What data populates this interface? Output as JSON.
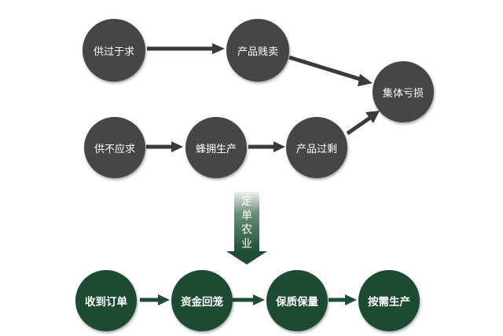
{
  "colors": {
    "gray_node": "#464646",
    "green_node": "#1d4a32",
    "arrow_dark": "#3a3a3a",
    "arrow_green": "#1f4d35"
  },
  "top_row": [
    "供过于求",
    "产品贱卖"
  ],
  "middle_row": [
    "供不应求",
    "蜂拥生产",
    "产品过剩"
  ],
  "result": "集体亏损",
  "transition": {
    "label": "定单农业",
    "chars": [
      "定",
      "单",
      "农",
      "业"
    ]
  },
  "bottom_row": [
    "收到订单",
    "资金回笼",
    "保质保量",
    "按需生产"
  ]
}
